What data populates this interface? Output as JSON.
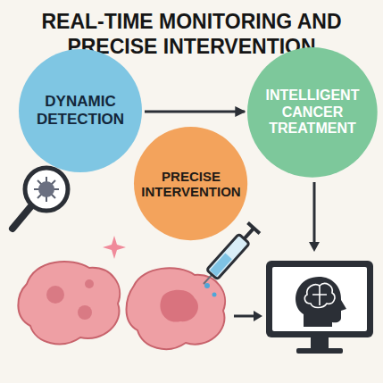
{
  "diagram": {
    "title": "REAL-TIME MONITORING AND PRECISE INTERVENTION",
    "nodes": [
      {
        "text": [
          "DYNAMIC DETECTION"
        ]
      },
      {
        "text": [
          "INTELLIGENT CANCER TREATMENT"
        ]
      },
      {
        "text": [
          "PRECISE INTERVENTION"
        ]
      }
    ],
    "edges": [
      {
        "from": 0,
        "to": 1,
        "arrow": "to"
      }
    ]
  }
}
